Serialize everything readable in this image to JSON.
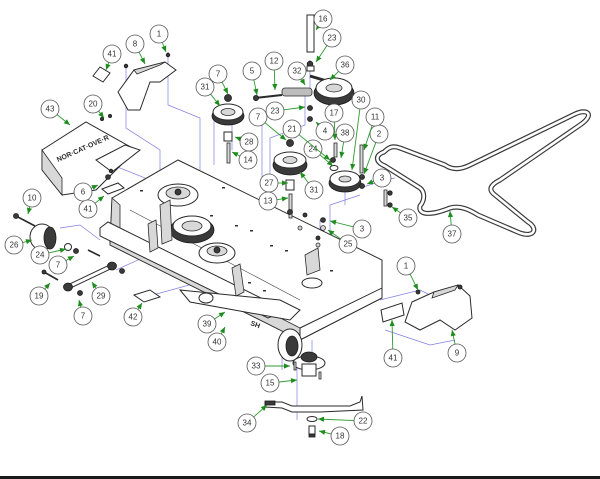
{
  "diagram": {
    "title": "Mower deck exploded parts diagram",
    "accent_colors": {
      "leader": "#2e9a2e",
      "projection": "#7f7fe0",
      "outline": "#2a2a2a"
    },
    "decals": {
      "hood_logo": "NOR·CAT·OVE·R",
      "deck_badge": "SH"
    },
    "callouts": [
      {
        "id": "c1a",
        "label": "1",
        "part": "bolt"
      },
      {
        "id": "c8",
        "label": "8",
        "part": "discharge-chute-bracket"
      },
      {
        "id": "c41a",
        "label": "41",
        "part": "decal"
      },
      {
        "id": "c43",
        "label": "43",
        "part": "belt-cover-hood"
      },
      {
        "id": "c20",
        "label": "20",
        "part": "screw"
      },
      {
        "id": "c6",
        "label": "6",
        "part": "nut"
      },
      {
        "id": "c41b",
        "label": "41",
        "part": "decal"
      },
      {
        "id": "c10",
        "label": "10",
        "part": "wheel-bolt"
      },
      {
        "id": "c26",
        "label": "26",
        "part": "anti-scalp-wheel"
      },
      {
        "id": "c24a",
        "label": "24",
        "part": "washer"
      },
      {
        "id": "c7a",
        "label": "7",
        "part": "nut"
      },
      {
        "id": "c19",
        "label": "19",
        "part": "bolt"
      },
      {
        "id": "c29",
        "label": "29",
        "part": "roller-arm"
      },
      {
        "id": "c7b",
        "label": "7",
        "part": "nut"
      },
      {
        "id": "c42",
        "label": "42",
        "part": "decal"
      },
      {
        "id": "c39",
        "label": "39",
        "part": "deck-rail"
      },
      {
        "id": "c40",
        "label": "40",
        "part": "badge"
      },
      {
        "id": "c33",
        "label": "33",
        "part": "spindle-housing"
      },
      {
        "id": "c15",
        "label": "15",
        "part": "bolt"
      },
      {
        "id": "c34",
        "label": "34",
        "part": "blade"
      },
      {
        "id": "c22",
        "label": "22",
        "part": "blade-washer"
      },
      {
        "id": "c18",
        "label": "18",
        "part": "blade-bolt"
      },
      {
        "id": "c41c",
        "label": "41",
        "part": "decal"
      },
      {
        "id": "c9",
        "label": "9",
        "part": "discharge-chute"
      },
      {
        "id": "c1b",
        "label": "1",
        "part": "bolt"
      },
      {
        "id": "c37",
        "label": "37",
        "part": "drive-belt"
      },
      {
        "id": "c35",
        "label": "35",
        "part": "idler-bracket"
      },
      {
        "id": "c3a",
        "label": "3",
        "part": "nut"
      },
      {
        "id": "c3b",
        "label": "3",
        "part": "nut"
      },
      {
        "id": "c25",
        "label": "25",
        "part": "washer"
      },
      {
        "id": "c2",
        "label": "2",
        "part": "spacer"
      },
      {
        "id": "c11",
        "label": "11",
        "part": "stud"
      },
      {
        "id": "c30",
        "label": "30",
        "part": "idler-pulley"
      },
      {
        "id": "c38",
        "label": "38",
        "part": "pin"
      },
      {
        "id": "c17",
        "label": "17",
        "part": "bolt"
      },
      {
        "id": "c4",
        "label": "4",
        "part": "nut"
      },
      {
        "id": "c24b",
        "label": "24",
        "part": "washer"
      },
      {
        "id": "c21",
        "label": "21",
        "part": "washer"
      },
      {
        "id": "c31a",
        "label": "31",
        "part": "pulley"
      },
      {
        "id": "c31b",
        "label": "31",
        "part": "pulley"
      },
      {
        "id": "c27",
        "label": "27",
        "part": "spacer"
      },
      {
        "id": "c13",
        "label": "13",
        "part": "bolt"
      },
      {
        "id": "c14",
        "label": "14",
        "part": "bolt"
      },
      {
        "id": "c28",
        "label": "28",
        "part": "spacer"
      },
      {
        "id": "c7c",
        "label": "7",
        "part": "nut"
      },
      {
        "id": "c7d",
        "label": "7",
        "part": "nut"
      },
      {
        "id": "c23a",
        "label": "23",
        "part": "washer"
      },
      {
        "id": "c23b",
        "label": "23",
        "part": "washer"
      },
      {
        "id": "c5",
        "label": "5",
        "part": "eye-bolt"
      },
      {
        "id": "c12",
        "label": "12",
        "part": "spring"
      },
      {
        "id": "c32",
        "label": "32",
        "part": "idler-arm"
      },
      {
        "id": "c36",
        "label": "36",
        "part": "idler-pulley"
      },
      {
        "id": "c16",
        "label": "16",
        "part": "pivot-bolt"
      }
    ]
  }
}
